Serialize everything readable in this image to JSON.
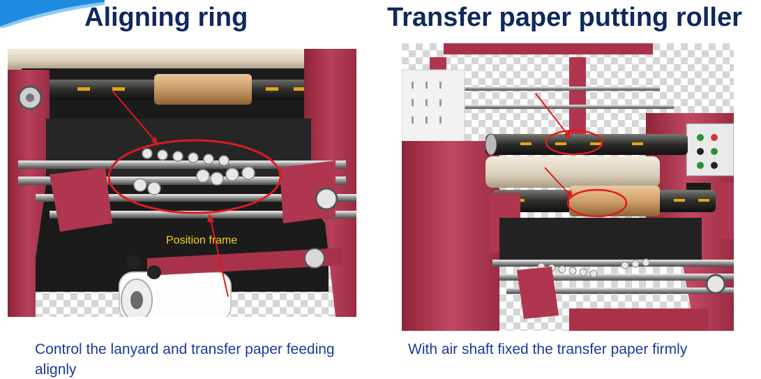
{
  "slide": {
    "left": {
      "title": "Aligning ring",
      "callout": "Position frame",
      "caption": "Control the lanyard and transfer paper feeding alignly"
    },
    "right": {
      "title": "Transfer paper putting roller",
      "caption": "With air shaft fixed the transfer paper firmly"
    }
  },
  "colors": {
    "title": "#10285e",
    "caption": "#1a3a9c",
    "machine_frame": "#b0364f",
    "annotation": "#e0191e",
    "callout_text": "#f2d31b",
    "accent": "#1e8be0"
  }
}
